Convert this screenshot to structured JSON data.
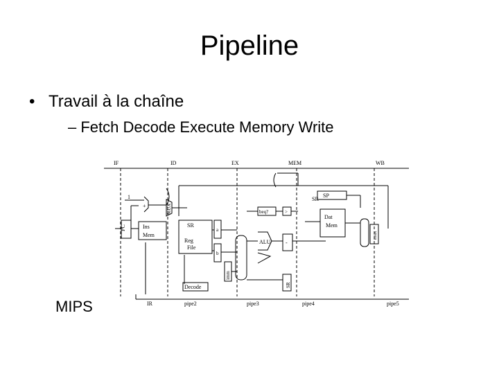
{
  "slide": {
    "title": "Pipeline",
    "bullet": "Travail à la chaîne",
    "sub_bullet": "– Fetch  Decode Execute Memory Write",
    "caption": "MIPS"
  },
  "diagram": {
    "stage_labels": [
      "IF",
      "ID",
      "EX",
      "MEM",
      "WB"
    ],
    "pipe_labels": [
      "IR",
      "pipe2",
      "pipe3",
      "pipe4",
      "pipe5"
    ],
    "pc_label": "PC",
    "const_one": "1",
    "adder_plus": "+",
    "mux_label": "MUX",
    "ins_mem": [
      "Ins",
      "Mem"
    ],
    "sr_left": "SR",
    "reg_file": [
      "Reg",
      "File"
    ],
    "a_label": "a",
    "b_label": "b",
    "imm_label": "imm",
    "decode_label": "Decode",
    "beq_label": "beq?",
    "gt_label": ">",
    "alu_label": "ALU",
    "dash_label": "-",
    "sr_mem": "SR",
    "sp_label": "SP",
    "dat_mem": [
      "Dat",
      "Mem"
    ],
    "mux_wb": "mux",
    "sr_bottom": "SR"
  }
}
